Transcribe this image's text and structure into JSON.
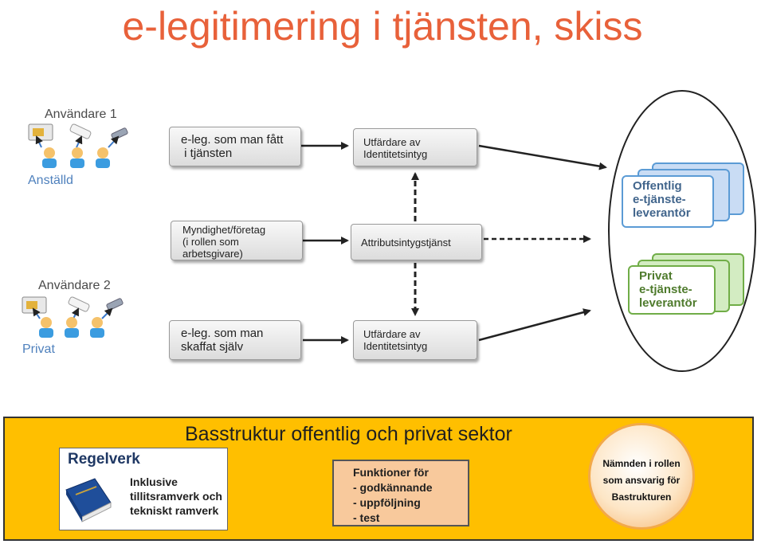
{
  "title": "e-legitimering i tjänsten, skiss",
  "left_labels": {
    "user1": "Användare 1",
    "employed": "Anställd",
    "user2": "Användare 2",
    "private": "Privat"
  },
  "boxes": {
    "eleg_service": [
      "e-leg. som man fått",
      " i tjänsten"
    ],
    "employer": [
      "Myndighet/företag",
      "(i rollen som",
      "arbetsgivare)"
    ],
    "eleg_self": [
      "e-leg. som man",
      "skaffat själv"
    ],
    "issuer_top": [
      "Utfärdare av",
      "Identitetsintyg"
    ],
    "attribute_service": [
      "Attributsintygstjänst"
    ],
    "issuer_bottom": [
      "Utfärdare av",
      "Identitetsintyg"
    ]
  },
  "providers": {
    "public": [
      "Offentlig",
      "e-tjänste-",
      "leverantör"
    ],
    "private": [
      "Privat",
      "e-tjänste-",
      "leverantör"
    ]
  },
  "basestructure": {
    "title": "Basstruktur offentlig och privat sektor",
    "regelverk_title": "Regelverk",
    "regelverk_text": [
      "Inklusive",
      "tillitsramverk och",
      "tekniskt ramverk"
    ],
    "functions_title_bold": "Funktioner",
    "functions_title_rest": " för",
    "functions": [
      "- godkännande",
      "- uppföljning",
      "- test"
    ],
    "board": [
      "Nämnden i rollen",
      "som ansvarig för",
      "Bastrukturen"
    ]
  },
  "colors": {
    "title": "#e8613a",
    "panel": "#ffbf00",
    "public_provider": "#5b9bd5",
    "private_provider": "#70ad47",
    "functions_box": "#f8c99c"
  }
}
